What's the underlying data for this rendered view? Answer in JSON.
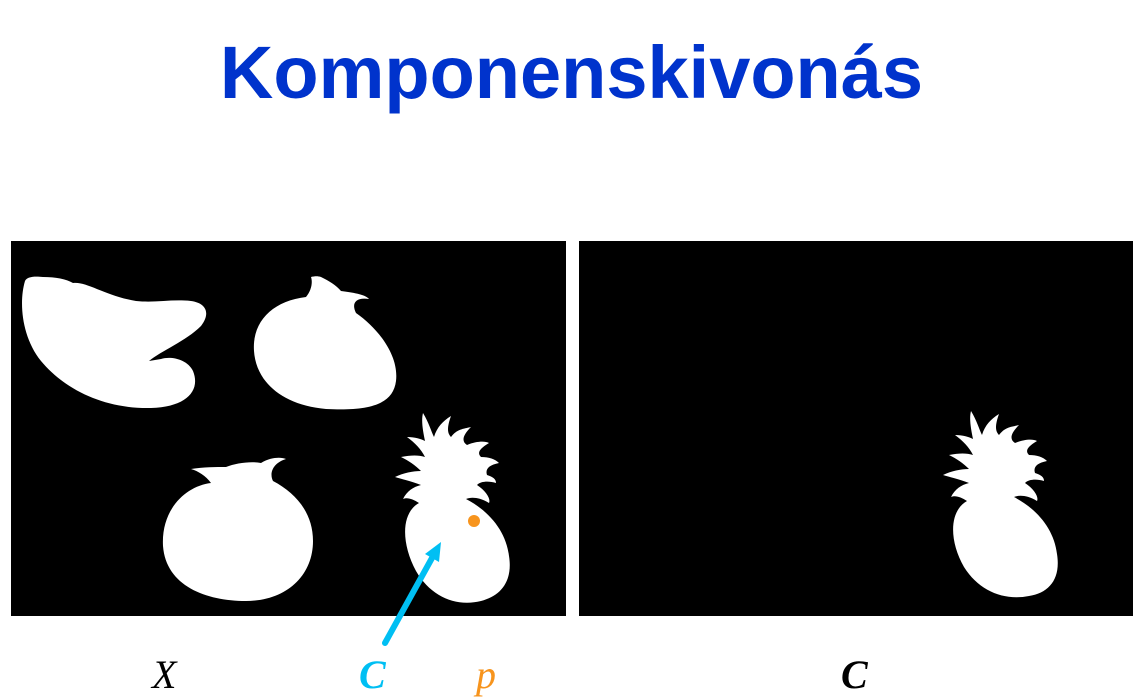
{
  "slide": {
    "title": "Komponenskivonás",
    "title_color": "#0033cc"
  },
  "labels": {
    "x": "X",
    "c_left": "C",
    "p": "p",
    "c_right": "C"
  },
  "colors": {
    "component_C": "#00bff3",
    "point_p": "#f7941d",
    "text": "#000000",
    "background": "#000000",
    "shape": "#ffffff"
  }
}
